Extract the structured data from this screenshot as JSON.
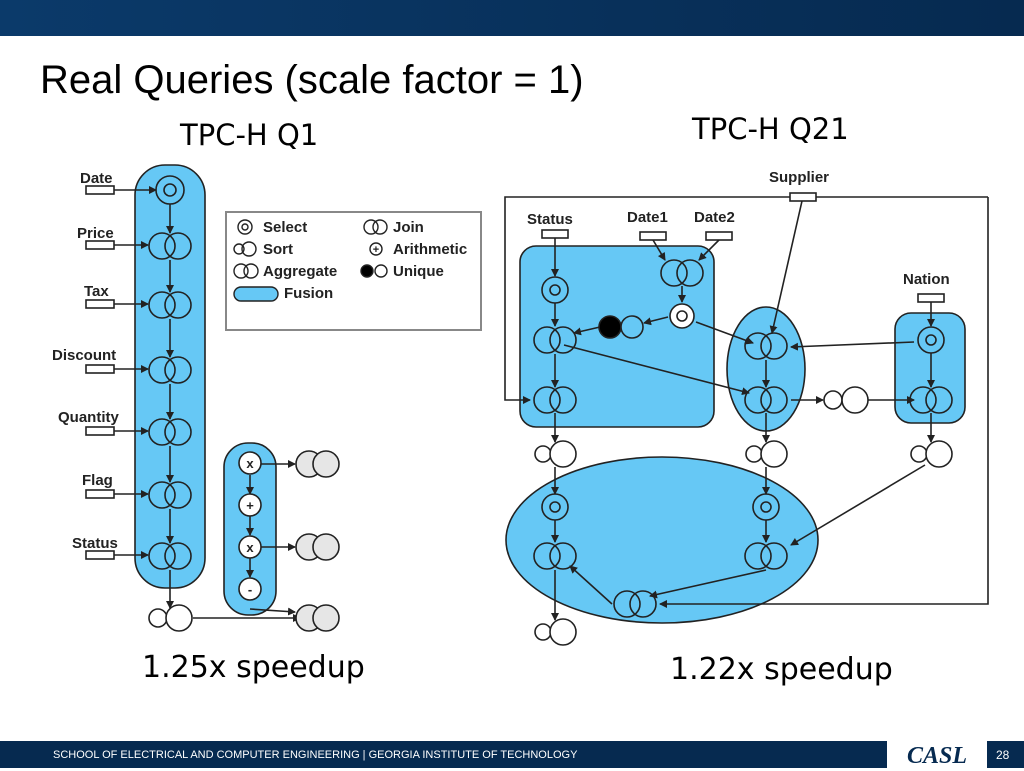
{
  "slide": {
    "title": "Real Queries (scale factor = 1)",
    "subtitle_q1": "TPC-H Q1",
    "subtitle_q21": "TPC-H Q21",
    "speedup_q1": "1.25x speedup",
    "speedup_q21": "1.22x speedup",
    "footer": "SCHOOL OF ELECTRICAL AND COMPUTER ENGINEERING | GEORGIA INSTITUTE OF TECHNOLOGY",
    "logo": "CASL",
    "page_number": "28"
  },
  "q1": {
    "inputs": [
      "Date",
      "Price",
      "Tax",
      "Discount",
      "Quantity",
      "Flag",
      "Status"
    ],
    "ops": [
      "x",
      "+",
      "x",
      "-"
    ]
  },
  "legend": {
    "select": "Select",
    "join": "Join",
    "sort": "Sort",
    "arithmetic": "Arithmetic",
    "aggregate": "Aggregate",
    "unique": "Unique",
    "fusion": "Fusion"
  },
  "q21": {
    "inputs": {
      "status": "Status",
      "date1": "Date1",
      "date2": "Date2",
      "supplier": "Supplier",
      "nation": "Nation"
    }
  },
  "colors": {
    "fusion": "#66c8f5",
    "header": "#062a50"
  }
}
